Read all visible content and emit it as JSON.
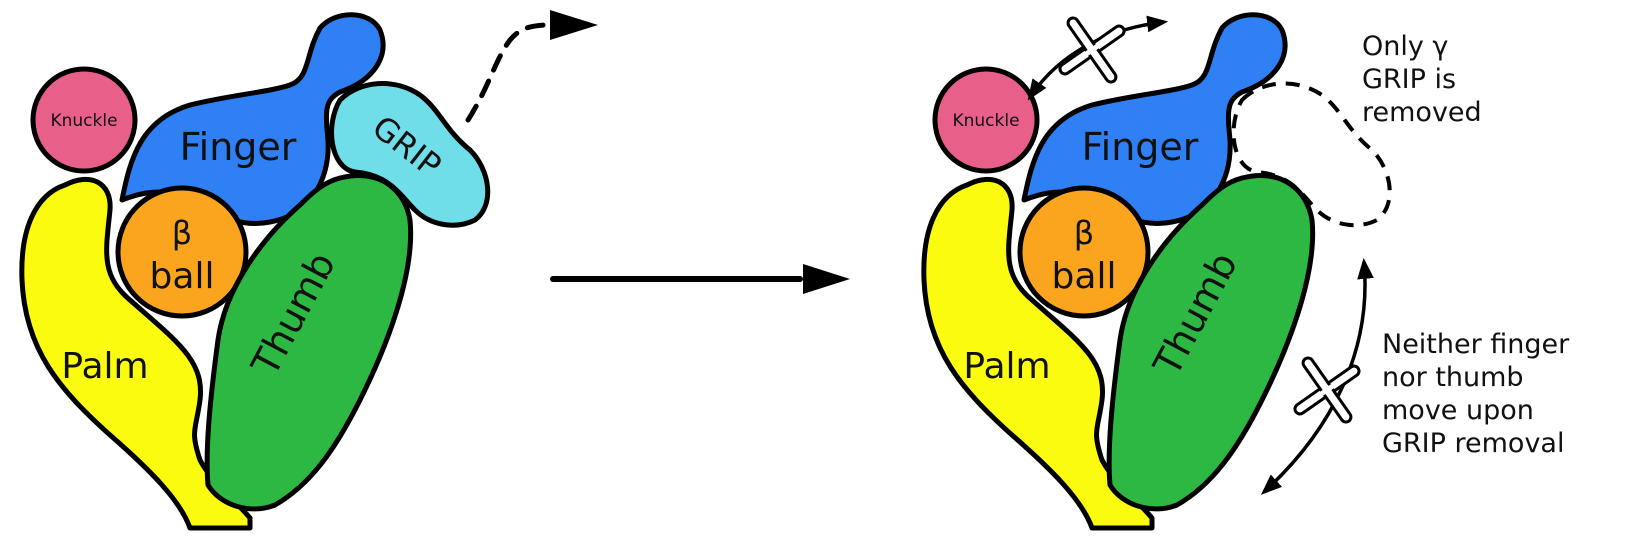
{
  "colors": {
    "knuckle": "#e8608a",
    "finger": "#2f7ff5",
    "grip": "#6fdee8",
    "ball": "#fba51f",
    "palm": "#fbfb10",
    "thumb": "#2db843"
  },
  "before": {
    "knuckle": "Knuckle",
    "finger": "Finger",
    "grip": "GRIP",
    "ball_symbol": "β",
    "ball": "ball",
    "palm": "Palm",
    "thumb": "Thumb"
  },
  "after": {
    "knuckle": "Knuckle",
    "finger": "Finger",
    "ball_symbol": "β",
    "ball": "ball",
    "palm": "Palm",
    "thumb": "Thumb"
  },
  "notes": {
    "grip_removed": [
      "Only γ",
      "GRIP is",
      "removed"
    ],
    "no_move": [
      "Neither finger",
      "nor thumb",
      "move upon",
      "GRIP removal"
    ]
  }
}
